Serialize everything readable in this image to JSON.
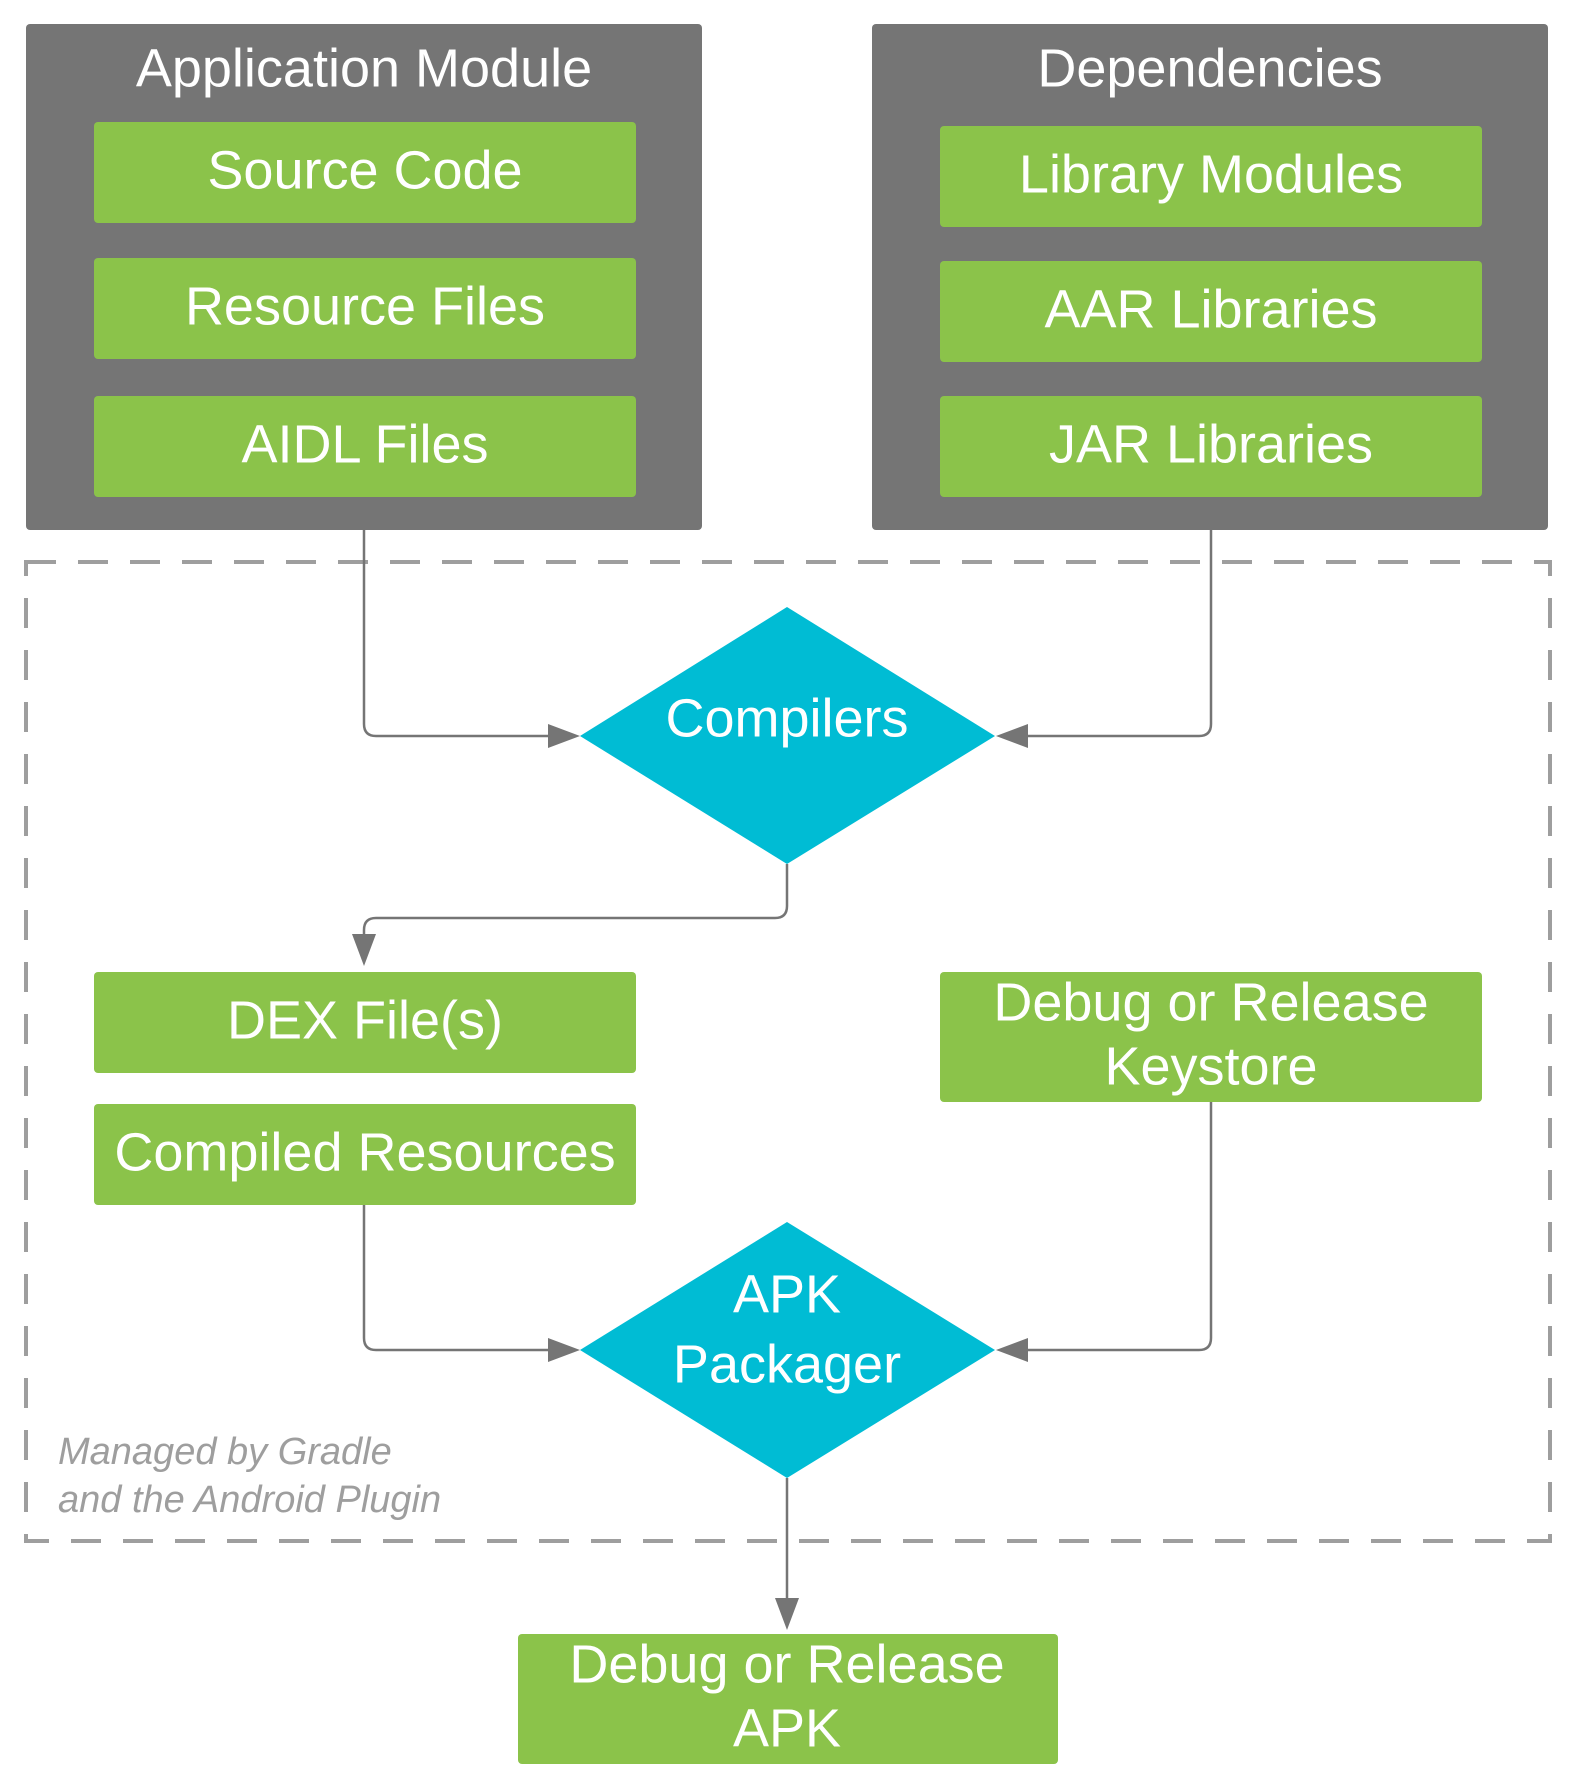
{
  "application_module": {
    "title": "Application Module",
    "items": [
      "Source Code",
      "Resource Files",
      "AIDL Files"
    ]
  },
  "dependencies": {
    "title": "Dependencies",
    "items": [
      "Library Modules",
      "AAR Libraries",
      "JAR Libraries"
    ]
  },
  "compilers": {
    "label": "Compilers"
  },
  "compiler_outputs": {
    "dex": "DEX File(s)",
    "resources": "Compiled Resources"
  },
  "keystore": {
    "line1": "Debug or Release",
    "line2": "Keystore"
  },
  "apk_packager": {
    "line1": "APK",
    "line2": "Packager"
  },
  "output_apk": {
    "line1": "Debug or Release",
    "line2": "APK"
  },
  "managed_note": {
    "line1": "Managed by Gradle",
    "line2": "and the Android Plugin"
  },
  "colors": {
    "group_gray": "#757575",
    "item_green": "#8bc34a",
    "process_cyan": "#00bcd4",
    "dashed_border": "#9e9e9e"
  }
}
